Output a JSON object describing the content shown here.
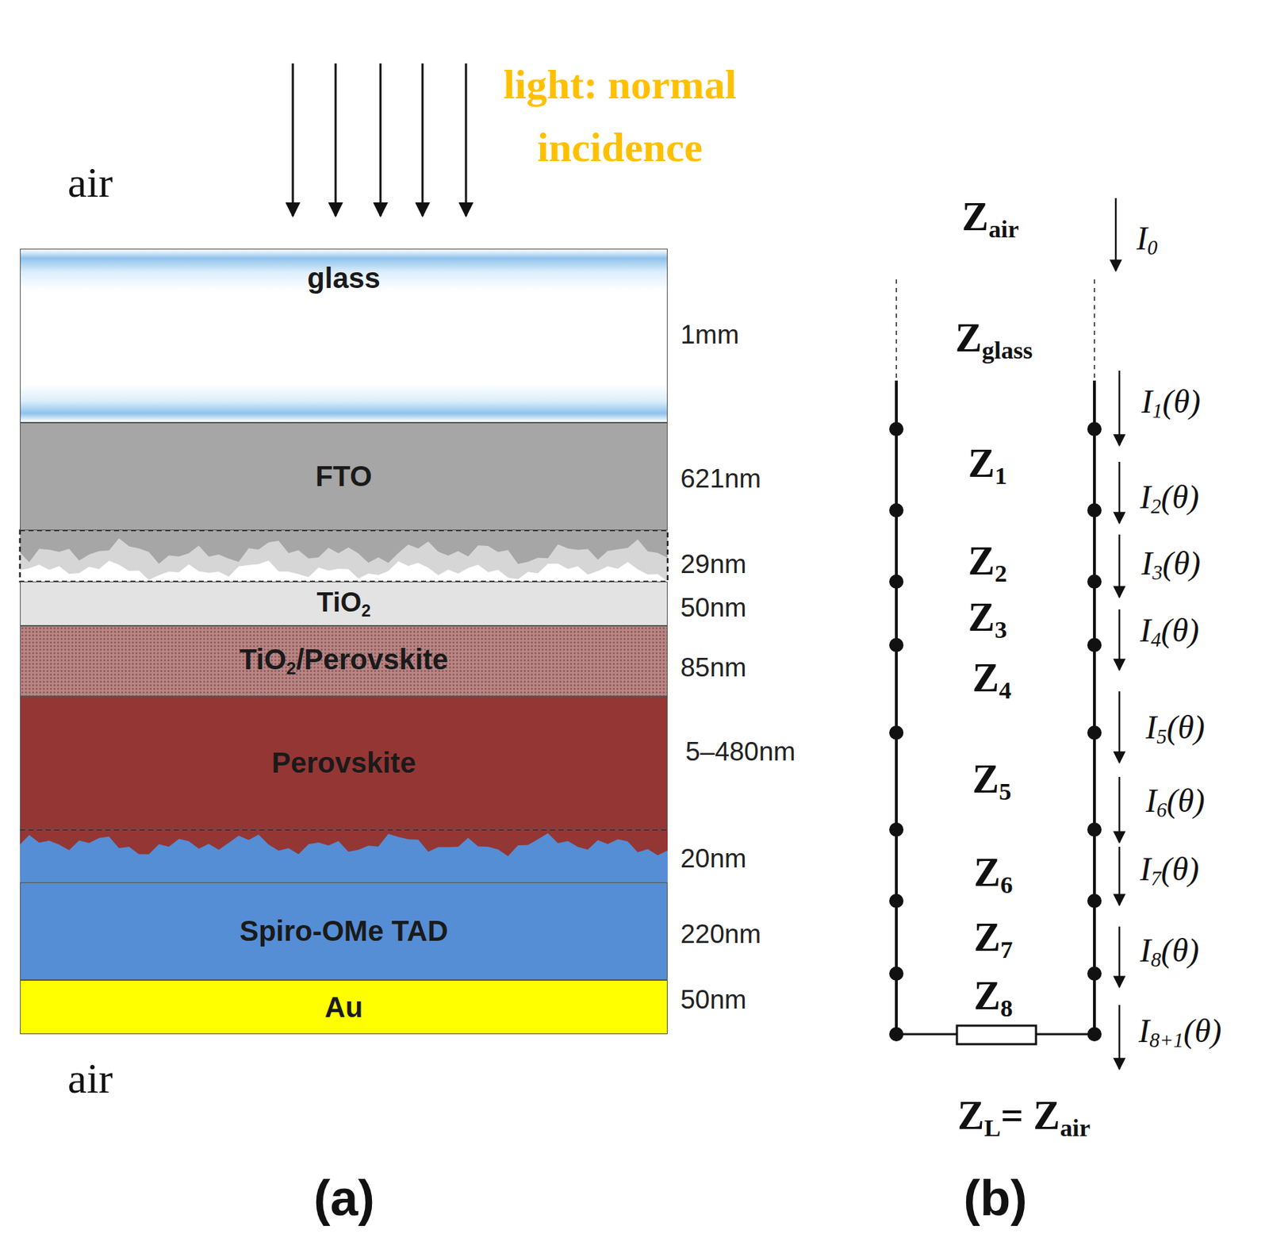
{
  "diagram": {
    "nodes": [
      {
        "text": [
          "glass"
        ]
      },
      {
        "text": [
          "FTO"
        ]
      },
      {
        "text": [
          "TiO2"
        ]
      },
      {
        "text": [
          "TiO2/Perovskite"
        ]
      },
      {
        "text": [
          "Perovskite"
        ]
      },
      {
        "text": [
          "Spiro-OMe TAD"
        ]
      },
      {
        "text": [
          "Au"
        ]
      }
    ],
    "labels": [
      "air",
      "light: normal incidence",
      "1mm",
      "621nm",
      "29nm",
      "50nm",
      "85nm",
      "5–480nm",
      "20nm",
      "220nm",
      "50nm",
      "air",
      "(a)",
      "Zair",
      "Zglass",
      "Z1",
      "Z2",
      "Z3",
      "Z4",
      "Z5",
      "Z6",
      "Z7",
      "Z8",
      "ZL= Zair",
      "I0",
      "I1(θ)",
      "I2(θ)",
      "I3(θ)",
      "I4(θ)",
      "I5(θ)",
      "I6(θ)",
      "I7(θ)",
      "I8(θ)",
      "I8+1(θ)",
      "(b)"
    ]
  }
}
